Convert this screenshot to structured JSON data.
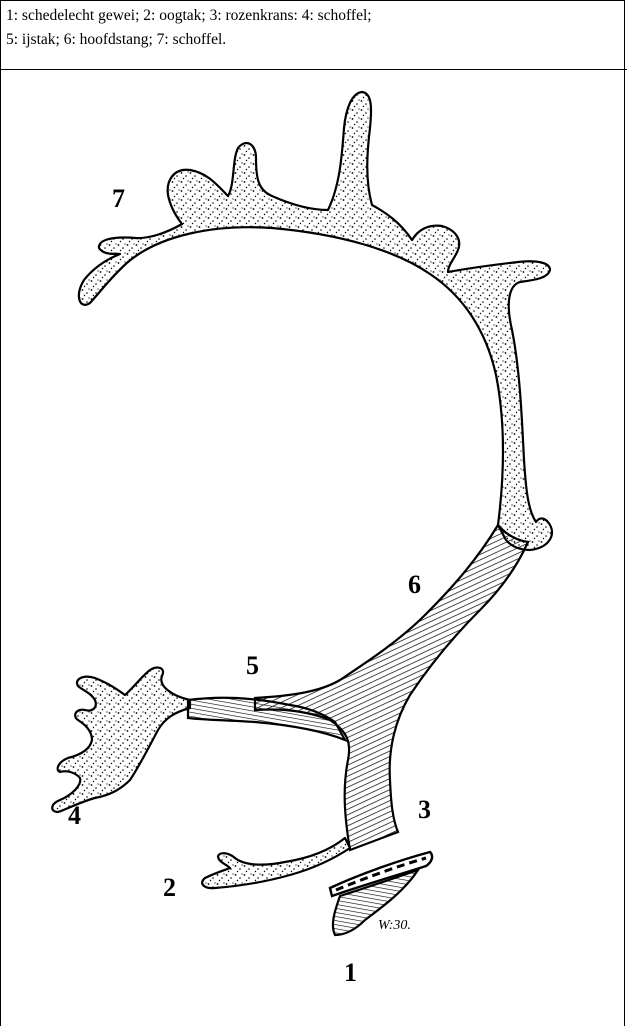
{
  "caption": {
    "line1": "1: schedelecht gewei; 2: oogtak; 3: rozenkrans: 4: schoffel;",
    "line2": "5: ijstak; 6: hoofdstang; 7: schoffel."
  },
  "labels": {
    "n1": "1",
    "n2": "2",
    "n3": "3",
    "n4": "4",
    "n5": "5",
    "n6": "6",
    "n7": "7"
  },
  "signature": "W:30.",
  "colors": {
    "ink": "#000000",
    "paper": "#ffffff"
  }
}
